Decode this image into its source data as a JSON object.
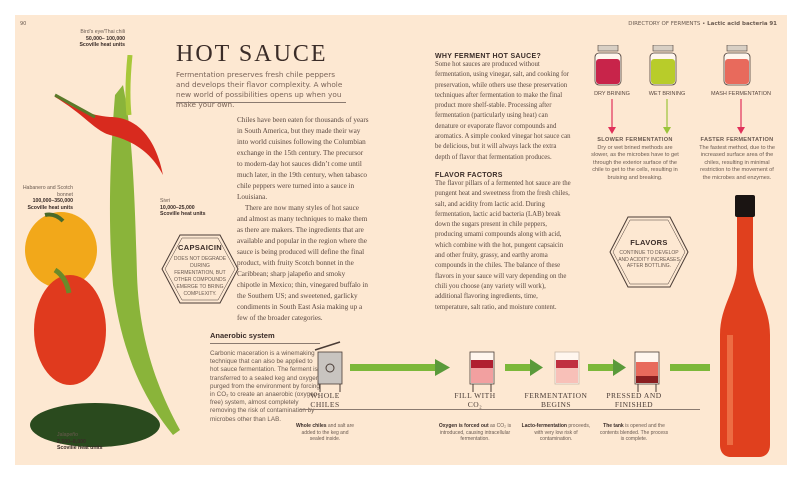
{
  "header": {
    "page_left": "90",
    "right_section": "DIRECTORY OF FERMENTS",
    "right_bullet": "•",
    "right_chapter": "Lactic acid bacteria",
    "page_right": "91"
  },
  "title": "HOT SAUCE",
  "lede": "Fermentation preserves fresh chile peppers and develops their flavor complexity. A whole new world of possibilities opens up when you make your own.",
  "body": [
    "Chiles have been eaten for thousands of years in South America, but they made their way into world cuisines following the Columbian exchange in the 15th century. The precursor to modern-day hot sauces didn’t come until much later, in the 19th century, when tabasco chile peppers were turned into a sauce in Louisiana.",
    "There are now many styles of hot sauce and almost as many techniques to make them as there are makers. The ingredients that are available and popular in the region where the sauce is being produced will define the final product, with fruity Scotch bonnet in the Caribbean; sharp jalapeño and smoky chipotle in Mexico; thin, vinegared buffalo in the Southern US; and sweetened, garlicky condiments in South East Asia making up a few of the broader categories."
  ],
  "why": {
    "heading": "WHY FERMENT HOT SAUCE?",
    "text": "Some hot sauces are produced without fermentation, using vinegar, salt, and cooking for preservation, while others use these preservation techniques after fermentation to make the final product more shelf-stable. Processing after fermentation (particularly using heat) can denature or evaporate flavor compounds and aromatics. A simple cooked vinegar hot sauce can be delicious, but it will always lack the extra depth of flavor that fermentation produces."
  },
  "flavor_factors": {
    "heading": "FLAVOR FACTORS",
    "text": "The flavor pillars of a fermented hot sauce are the pungent heat and sweetness from the fresh chiles, salt, and acidity from lactic acid. During fermentation, lactic acid bacteria (LAB) break down the sugars present in chile peppers, producing umami compounds along with acid, which combine with the hot, pungent capsaicin and other fruity, grassy, and earthy aroma compounds in the chiles. The balance of these flavors in your sauce will vary depending on the chili you choose (any variety will work), additional flavoring ingredients, time, temperature, salt ratio, and moisture content."
  },
  "peppers": [
    {
      "name": "Bird’s eye/Thai chili",
      "range": "50,000– 100,000",
      "unit": "Scoville heat units"
    },
    {
      "name": "Habanero and Scotch bonnet",
      "range": "100,000–350,000",
      "unit": "Scoville heat units"
    },
    {
      "name": "Sivri",
      "range": "10,000–25,000",
      "unit": "Scoville heat units"
    },
    {
      "name": "Jalapeño",
      "range": "2,500–8,000",
      "unit": "Scoville heat units"
    }
  ],
  "capsaicin": {
    "title": "CAPSAICIN",
    "text": "DOES NOT DEGRADE DURING FERMENTATION, BUT OTHER COMPOUNDS EMERGE TO BRING COMPLEXITY."
  },
  "flavors": {
    "title": "FLAVORS",
    "text": "CONTINUE TO DEVELOP AND ACIDITY INCREASES AFTER BOTTLING."
  },
  "jars": [
    {
      "label": "DRY BRINING",
      "color": "#c8244a",
      "arrow": "#e0305a"
    },
    {
      "label": "WET BRINING",
      "color": "#b8cc2a",
      "arrow": "#9ac43a"
    },
    {
      "label": "MASH FERMENTATION",
      "color": "#e86a5c",
      "arrow": "#e0305a"
    }
  ],
  "slower": {
    "heading": "SLOWER FERMENTATION",
    "text": "Dry or wet brined methods are slower, as the microbes have to get through the exterior surface of the chile to get to the cells, resulting in bruising and breaking."
  },
  "faster": {
    "heading": "FASTER FERMENTATION",
    "text": "The fastest method, due to the increased surface area of the chiles, resulting in minimal restriction to the movement of the microbes and enzymes."
  },
  "anaerobic": {
    "heading": "Anaerobic system",
    "text": "Carbonic maceration is a winemaking technique that can also be applied to hot sauce fermentation. The ferment is transferred to a sealed keg and oxygen purged from the environment by forcing in CO₂ to create an anaerobic (oxygen-free) system, almost completely removing the risk of contamination by microbes other than LAB."
  },
  "steps": [
    {
      "title1": "WHOLE",
      "title2": "CHILES",
      "bold": "Whole chiles",
      "text": " and salt are added to the keg and sealed inside."
    },
    {
      "title1": "FILL WITH",
      "title2": "CO₂",
      "bold": "Oxygen is forced out",
      "text": " as CO₂ is introduced, causing intracellular fermentation."
    },
    {
      "title1": "FERMENTATION",
      "title2": "BEGINS",
      "bold": "Lacto-fermentation",
      "text": " proceeds, with very low risk of contamination."
    },
    {
      "title1": "PRESSED AND",
      "title2": "FINISHED",
      "bold": "The tank",
      "text": " is opened and the contents blended. The process is complete."
    }
  ],
  "colors": {
    "page": "#fde8d2",
    "arrow_green": "#7cb83a",
    "rule": "#8a7a70"
  }
}
